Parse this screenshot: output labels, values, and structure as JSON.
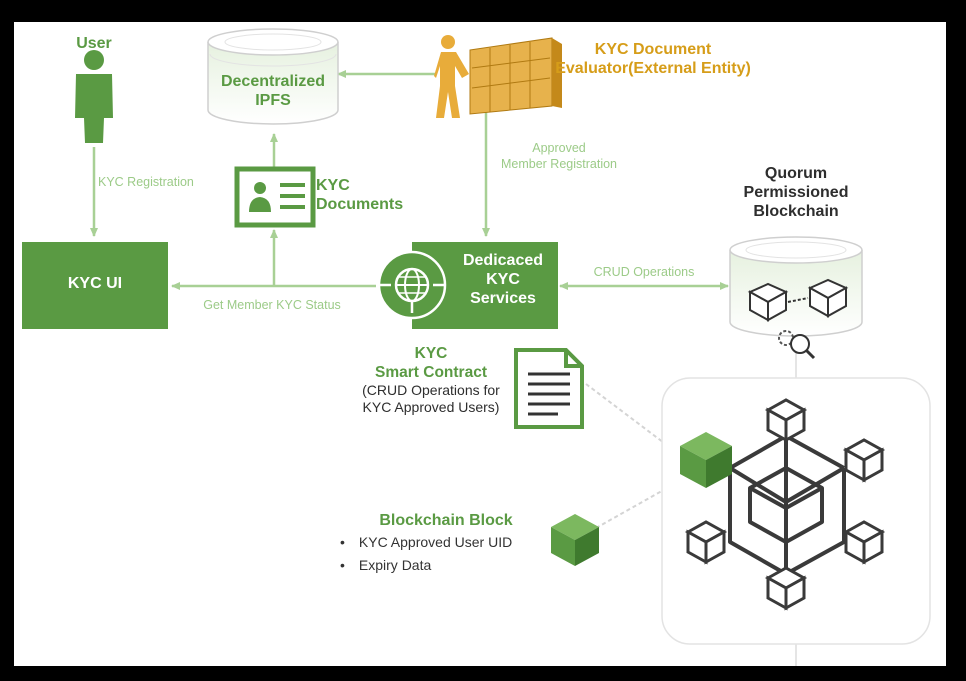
{
  "nodes": {
    "user": "User",
    "ipfs_line1": "Decentralized",
    "ipfs_line2": "IPFS",
    "evaluator_line1": "KYC Document",
    "evaluator_line2": "Evaluator(External Entity)",
    "kyc_documents_line1": "KYC",
    "kyc_documents_line2": "Documents",
    "kyc_ui": "KYC UI",
    "services_line1": "Dedicaced",
    "services_line2": "KYC",
    "services_line3": "Services",
    "quorum_line1": "Quorum",
    "quorum_line2": "Permissioned",
    "quorum_line3": "Blockchain",
    "smart_contract_line1": "KYC",
    "smart_contract_line2": "Smart Contract",
    "smart_contract_line3": "(CRUD Operations for",
    "smart_contract_line4": "KYC Approved Users)",
    "block_title": "Blockchain Block",
    "block_items": [
      "KYC Approved User UID",
      "Expiry Data"
    ]
  },
  "edges": {
    "kyc_registration": "KYC Registration",
    "approved_line1": "Approved",
    "approved_line2": "Member Registration",
    "crud_operations": "CRUD Operations",
    "get_status": "Get Member KYC Status"
  },
  "colors": {
    "primary_green": "#5a9a43",
    "light_green": "#a8d095",
    "gold": "#d69d19",
    "dark_outline": "#3a3a3a"
  }
}
